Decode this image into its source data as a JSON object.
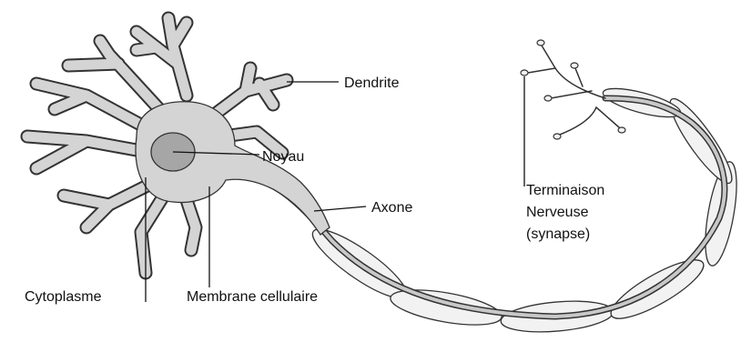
{
  "labels": {
    "dendrite": "Dendrite",
    "noyau": "Noyau",
    "axone": "Axone",
    "terminaison_line1": "Terminaison",
    "terminaison_line2": "Nerveuse",
    "terminaison_line3": "(synapse)",
    "cytoplasme": "Cytoplasme",
    "membrane": "Membrane cellulaire"
  },
  "colors": {
    "cell_fill": "#d4d4d4",
    "nucleus_fill": "#a6a6a6",
    "outline": "#333333",
    "myelin_fill": "#f2f2f2",
    "axon_core": "#c8c8c8",
    "background": "#ffffff"
  }
}
